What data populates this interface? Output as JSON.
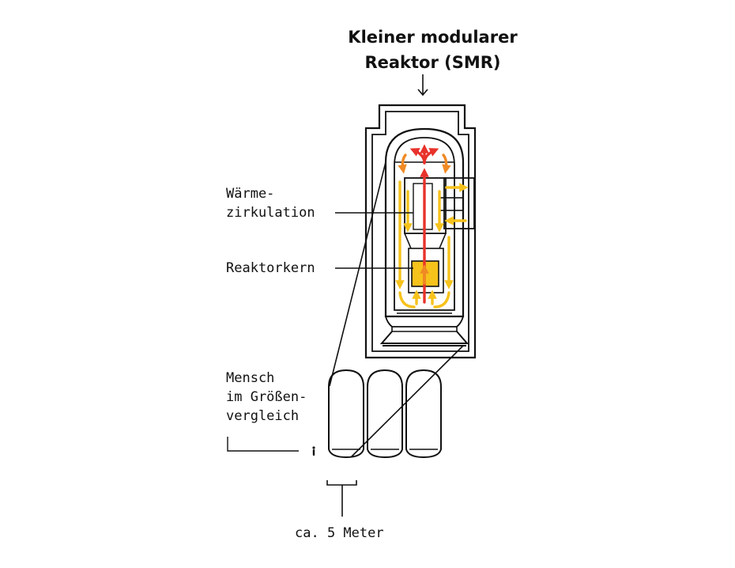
{
  "diagram": {
    "title_line1": "Kleiner modularer",
    "title_line2": "Reaktor (SMR)",
    "labels": {
      "heat_line1": "Wärme-",
      "heat_line2": "zirkulation",
      "core": "Reaktorkern",
      "human_line1": "Mensch",
      "human_line2": "im Größen-",
      "human_line3": "vergleich",
      "scale": "ca. 5 Meter"
    },
    "colors": {
      "outline": "#111111",
      "hot_flow": "#e8322b",
      "mid_flow": "#f08a24",
      "cool_flow": "#f6c21c",
      "core_fill": "#f6c21c"
    }
  }
}
